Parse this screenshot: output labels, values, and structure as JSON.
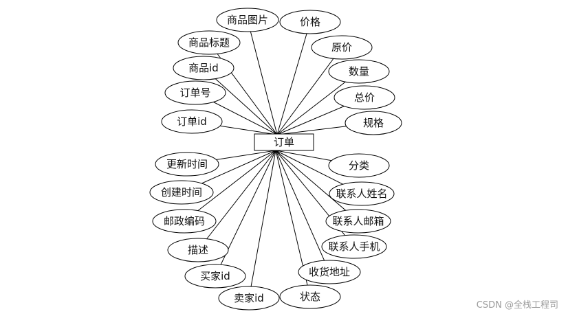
{
  "entity": {
    "label": "订单"
  },
  "attributes": [
    {
      "key": "product-image",
      "label": "商品图片"
    },
    {
      "key": "price",
      "label": "价格"
    },
    {
      "key": "product-title",
      "label": "商品标题"
    },
    {
      "key": "original-price",
      "label": "原价"
    },
    {
      "key": "product-id",
      "label": "商品id"
    },
    {
      "key": "quantity",
      "label": "数量"
    },
    {
      "key": "order-number",
      "label": "订单号"
    },
    {
      "key": "total-price",
      "label": "总价"
    },
    {
      "key": "order-id",
      "label": "订单id"
    },
    {
      "key": "spec",
      "label": "规格"
    },
    {
      "key": "update-time",
      "label": "更新时间"
    },
    {
      "key": "category",
      "label": "分类"
    },
    {
      "key": "create-time",
      "label": "创建时间"
    },
    {
      "key": "contact-name",
      "label": "联系人姓名"
    },
    {
      "key": "postal-code",
      "label": "邮政编码"
    },
    {
      "key": "contact-email",
      "label": "联系人邮箱"
    },
    {
      "key": "description",
      "label": "描述"
    },
    {
      "key": "contact-phone",
      "label": "联系人手机"
    },
    {
      "key": "buyer-id",
      "label": "买家id"
    },
    {
      "key": "shipping-address",
      "label": "收货地址"
    },
    {
      "key": "seller-id",
      "label": "卖家id"
    },
    {
      "key": "status",
      "label": "状态"
    }
  ],
  "watermark": "CSDN @全栈工程司"
}
